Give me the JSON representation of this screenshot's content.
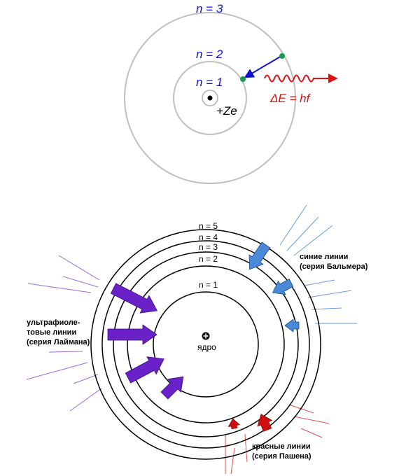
{
  "top_diagram": {
    "orbit_labels": [
      "n = 1",
      "n = 2",
      "n = 3"
    ],
    "nucleus_label": "+Ze",
    "photon_label": "ΔE = hf",
    "colors": {
      "orbit": "#c0c0c0",
      "label": "#1010d0",
      "photon": "#e01010",
      "electron": "#1a9a4a"
    }
  },
  "bottom_diagram": {
    "orbit_labels": [
      "n = 1",
      "n = 2",
      "n = 3",
      "n = 4",
      "n = 5"
    ],
    "nucleus_label": "ядро",
    "series": {
      "balmer": {
        "line1": "синие линии",
        "line2": "(серия Бальмера)",
        "color": "#4a88d8"
      },
      "lyman": {
        "line1": "ультрафиоле-",
        "line2": "товые линии",
        "line3": "(серия Лаймана)",
        "color": "#6a22c8"
      },
      "paschen": {
        "line1": "красные линии",
        "line2": "(серия Пашена)",
        "color": "#d01010"
      }
    }
  }
}
